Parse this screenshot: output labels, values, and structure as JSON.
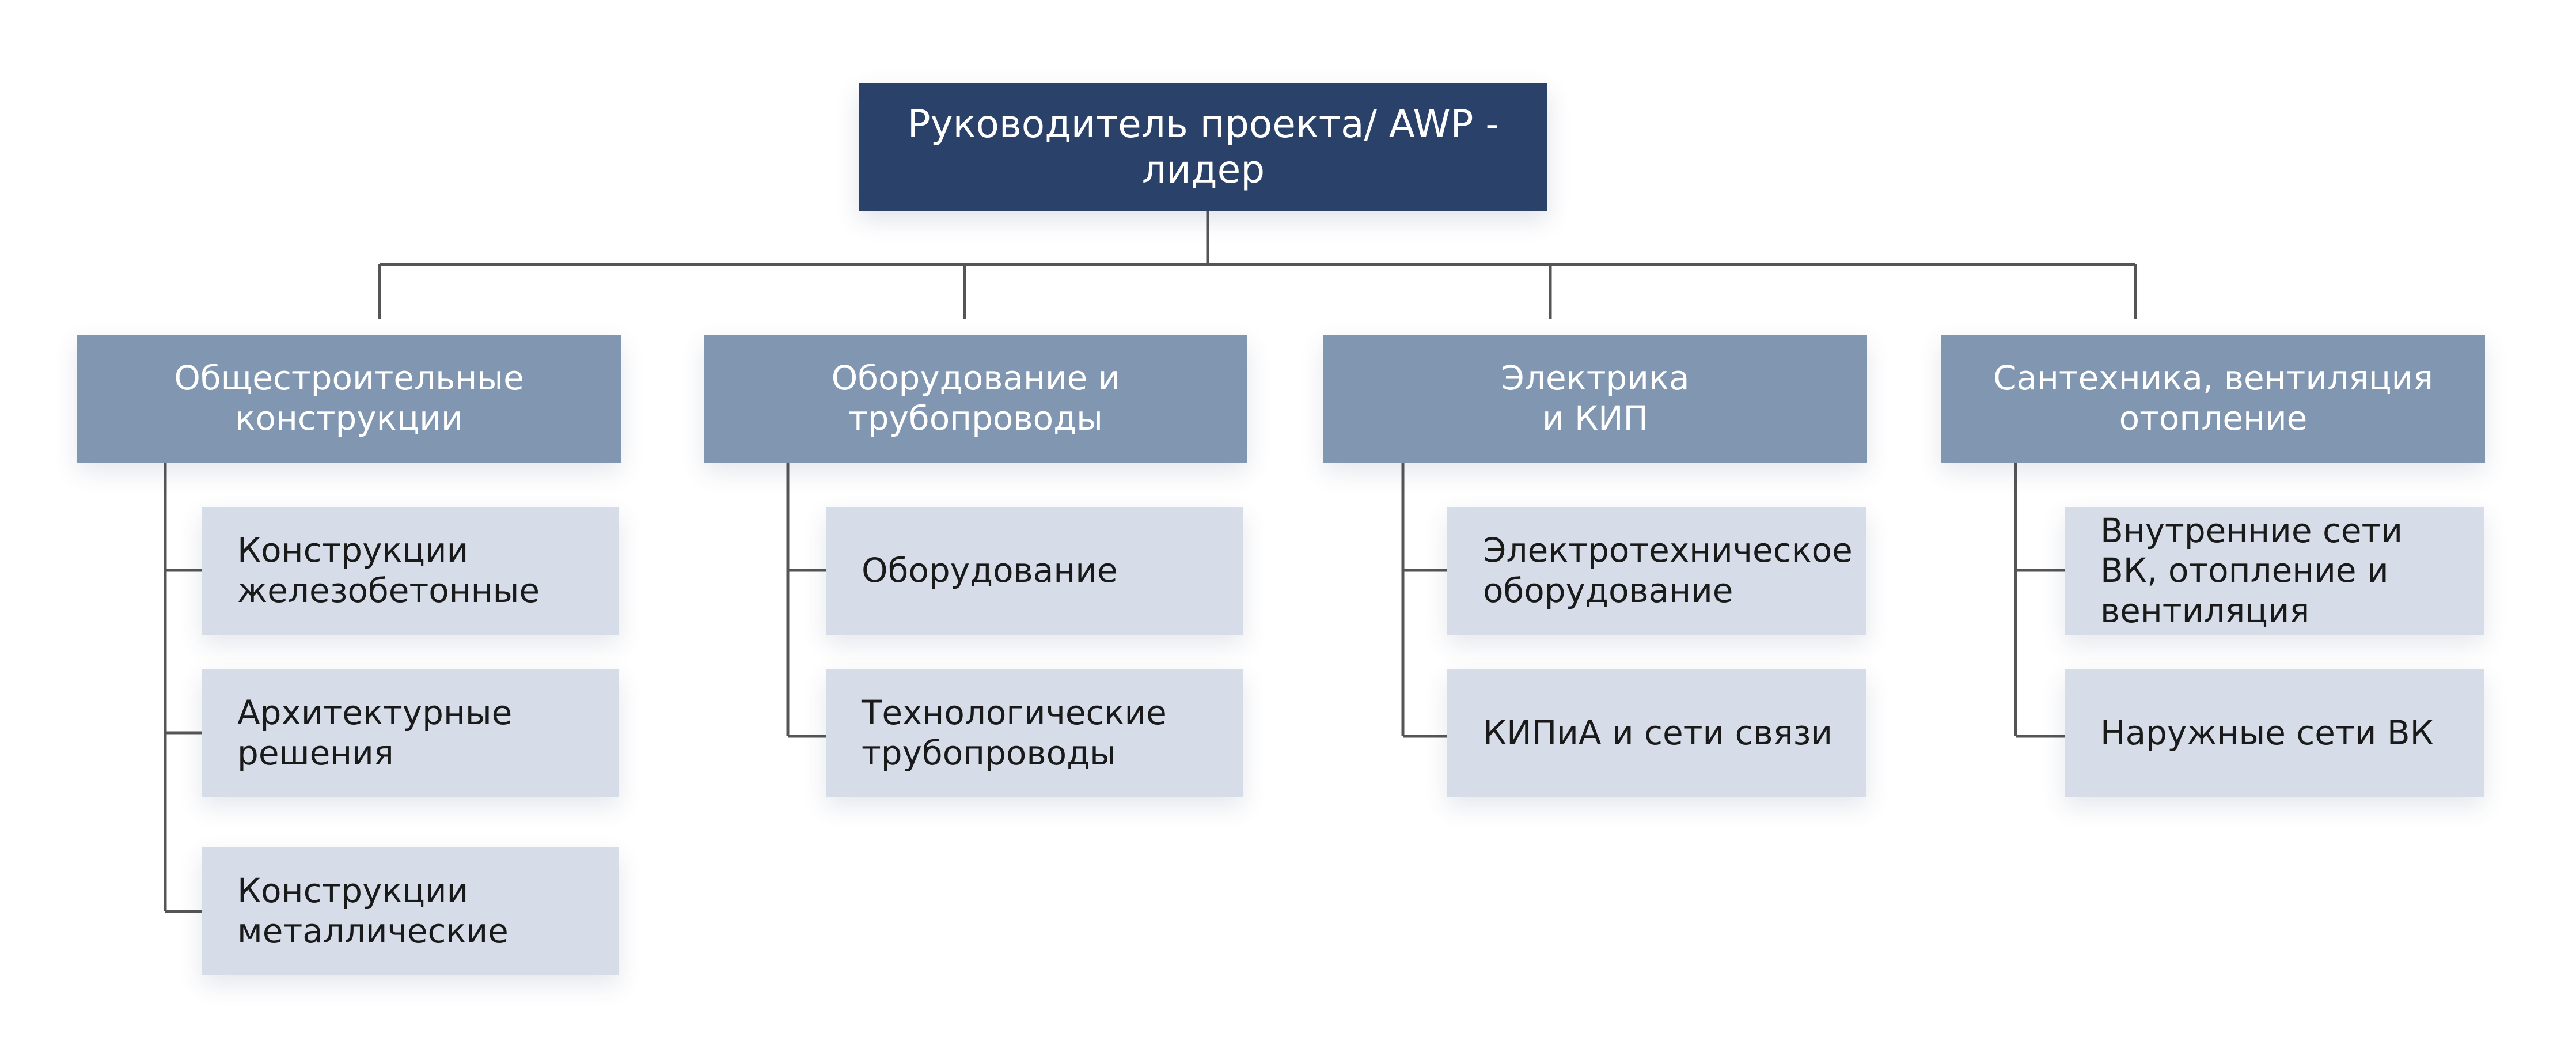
{
  "root": {
    "label": "Руководитель проекта/ AWP -\nлидер"
  },
  "categories": [
    {
      "label": "Общестроительные\nконструкции",
      "items": [
        "Конструкции\nжелезобетонные",
        "Архитектурные\nрешения",
        "Конструкции\nметаллические"
      ]
    },
    {
      "label": "Оборудование и\nтрубопроводы",
      "items": [
        "Оборудование",
        "Технологические\nтрубопроводы"
      ]
    },
    {
      "label": "Электрика\nи КИП",
      "items": [
        "Электротехническое\nоборудование",
        "КИПиА и сети связи"
      ]
    },
    {
      "label": "Сантехника, вентиляция\nотопление",
      "items": [
        "Внутренние сети\nВК, отопление и\nвентиляция",
        "Наружные сети ВК"
      ]
    }
  ],
  "colors": {
    "root_fill": "#2a416a",
    "category_fill": "#8096b1",
    "item_fill": "#d6dde8",
    "connector": "#555555"
  }
}
